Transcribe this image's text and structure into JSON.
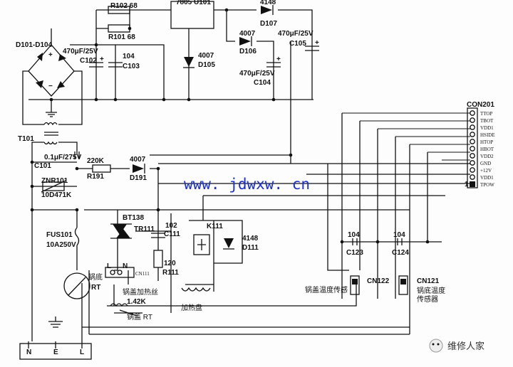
{
  "labels": {
    "r102": "R102 68",
    "r101": "R101 68",
    "reg": "7805 U101",
    "d107_val": "4148",
    "d107": "D107",
    "d106_val": "4007",
    "d106": "D106",
    "c105_val": "470μF/25V",
    "c105": "C105",
    "c104_val": "470μF/25V",
    "c104": "C104",
    "d105_val": "4007",
    "d105": "D105",
    "bridge": "D101-D104",
    "c102_val": "470μF/25V",
    "c102": "C102",
    "c103_val": "104",
    "c103": "C103",
    "t101": "T101",
    "c101_val": "0.1μF/275V",
    "c101": "C101",
    "znr_name": "ZNR101",
    "znr_val": "10D471K",
    "r191_val": "220K",
    "r191": "R191",
    "d191_val": "4007",
    "d191": "D191",
    "con201": "CON201",
    "fus_name": "FUS101",
    "fus_val": "10A250V",
    "bt": "BT138",
    "tr111": "TR111",
    "c111_val": "102",
    "c111": "C111",
    "k111": "K111",
    "d111_val": "4148",
    "d111": "D111",
    "r111_val": "120",
    "r111": "R111",
    "c123_val": "104",
    "c123": "C123",
    "c124_val": "104",
    "c124": "C124",
    "cn122": "CN122",
    "cn121": "CN121",
    "lid_sensor": "锅盖温度传感",
    "base_sensor_1": "锅底温度",
    "base_sensor_2": "传感器",
    "base_rt_1": "锅底",
    "base_rt_2": "RT",
    "cn111": "CN111",
    "ln_l": "L",
    "ln_n": "N",
    "lid_heater_1": "锅盖加热丝",
    "lid_heater_2": "1.42K",
    "heater_plate": "加热盘",
    "lid_rt": "锅盖 RT",
    "term_n": "N",
    "term_e": "E",
    "term_l": "L",
    "pin_one": "1",
    "bridge_plus": "+",
    "bridge_minus": "−",
    "cap_plus": "+"
  },
  "con201_pins": [
    "TTOP",
    "TBOT",
    "VDD1",
    "HSIDE",
    "HTOP",
    "HBOT",
    "VDD2",
    "GND",
    "+12V",
    "VDD1",
    "TPOW"
  ],
  "watermark": "www. jdwxw. cn",
  "footer": "维修人家"
}
